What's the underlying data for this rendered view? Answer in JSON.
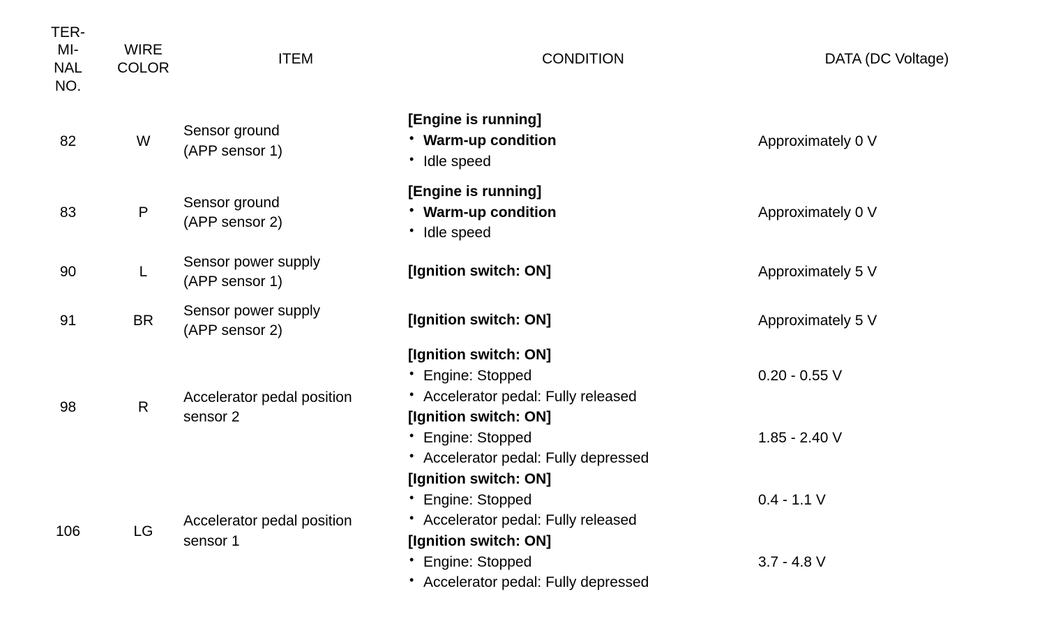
{
  "document": {
    "kind": "ecm-terminal-reference-table",
    "title": ""
  },
  "table": {
    "headers": {
      "terminal_no": [
        "TER-",
        "MI-",
        "NAL",
        "NO."
      ],
      "wire_color": [
        "WIRE",
        "COLOR"
      ],
      "item": "ITEM",
      "condition": "CONDITION",
      "data": "DATA (DC Voltage)"
    },
    "rows": [
      {
        "terminal_no": "82",
        "wire_color": "W",
        "item": [
          "Sensor ground",
          "(APP sensor 1)"
        ],
        "entries": [
          {
            "condition_head": "[Engine is running]",
            "condition_bullets": [
              {
                "text": "Warm-up condition",
                "bold": true
              },
              {
                "text": "Idle speed",
                "bold": false
              }
            ],
            "data": "Approximately 0 V"
          }
        ]
      },
      {
        "terminal_no": "83",
        "wire_color": "P",
        "item": [
          "Sensor ground",
          "(APP sensor 2)"
        ],
        "entries": [
          {
            "condition_head": "[Engine is running]",
            "condition_bullets": [
              {
                "text": "Warm-up condition",
                "bold": true
              },
              {
                "text": "Idle speed",
                "bold": false
              }
            ],
            "data": "Approximately 0 V"
          }
        ]
      },
      {
        "terminal_no": "90",
        "wire_color": "L",
        "item": [
          "Sensor power supply",
          "(APP sensor 1)"
        ],
        "entries": [
          {
            "condition_head": "[Ignition switch: ON]",
            "condition_bullets": [],
            "data": "Approximately 5 V"
          }
        ]
      },
      {
        "terminal_no": "91",
        "wire_color": "BR",
        "item": [
          "Sensor power supply",
          "(APP sensor 2)"
        ],
        "entries": [
          {
            "condition_head": "[Ignition switch: ON]",
            "condition_bullets": [],
            "data": "Approximately 5 V"
          }
        ]
      },
      {
        "terminal_no": "98",
        "wire_color": "R",
        "item": [
          "Accelerator pedal position",
          "sensor 2"
        ],
        "entries": [
          {
            "condition_head": "[Ignition switch: ON]",
            "condition_bullets": [
              {
                "text": "Engine: Stopped",
                "bold": false
              },
              {
                "text": "Accelerator pedal: Fully released",
                "bold": false
              }
            ],
            "data": "0.20 - 0.55 V"
          },
          {
            "condition_head": "[Ignition switch: ON]",
            "condition_bullets": [
              {
                "text": "Engine: Stopped",
                "bold": false
              },
              {
                "text": "Accelerator pedal: Fully depressed",
                "bold": false
              }
            ],
            "data": "1.85 - 2.40 V"
          }
        ]
      },
      {
        "terminal_no": "106",
        "wire_color": "LG",
        "item": [
          "Accelerator pedal position",
          "sensor 1"
        ],
        "entries": [
          {
            "condition_head": "[Ignition switch: ON]",
            "condition_bullets": [
              {
                "text": "Engine: Stopped",
                "bold": false
              },
              {
                "text": "Accelerator pedal: Fully released",
                "bold": false
              }
            ],
            "data": "0.4 - 1.1 V"
          },
          {
            "condition_head": "[Ignition switch: ON]",
            "condition_bullets": [
              {
                "text": "Engine: Stopped",
                "bold": false
              },
              {
                "text": "Accelerator pedal: Fully depressed",
                "bold": false
              }
            ],
            "data": "3.7 - 4.8 V"
          }
        ]
      }
    ]
  },
  "colors": {
    "rule": "#000000",
    "text": "#000000",
    "page_background": "#ffffff"
  }
}
